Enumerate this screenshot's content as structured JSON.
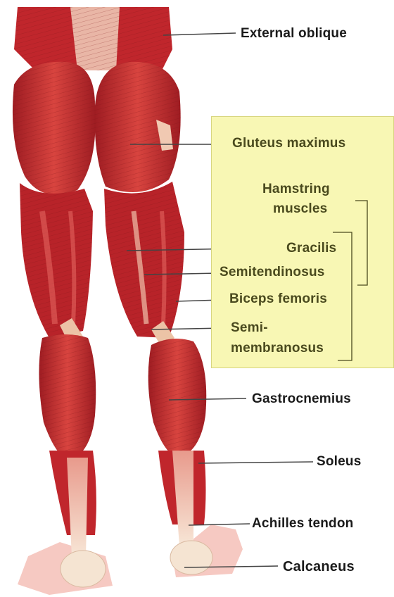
{
  "labels": {
    "external_oblique": "External oblique",
    "gluteus_maximus": "Gluteus maximus",
    "hamstring_line1": "Hamstring",
    "hamstring_line2": "muscles",
    "gracilis": "Gracilis",
    "semitendinosus": "Semitendinosus",
    "biceps_femoris": "Biceps femoris",
    "semimembranosus_line1": "Semi-",
    "semimembranosus_line2": "membranosus",
    "gastrocnemius": "Gastrocnemius",
    "soleus": "Soleus",
    "achilles_tendon": "Achilles tendon",
    "calcaneus": "Calcaneus"
  },
  "colors": {
    "muscle": "#c0262c",
    "muscle_dark": "#8e1a20",
    "muscle_light": "#e2645f",
    "tendon": "#f3dcc8",
    "skin": "#f6c9c2",
    "box_fill": "#f8f7b4",
    "leader_line": "#444444"
  }
}
